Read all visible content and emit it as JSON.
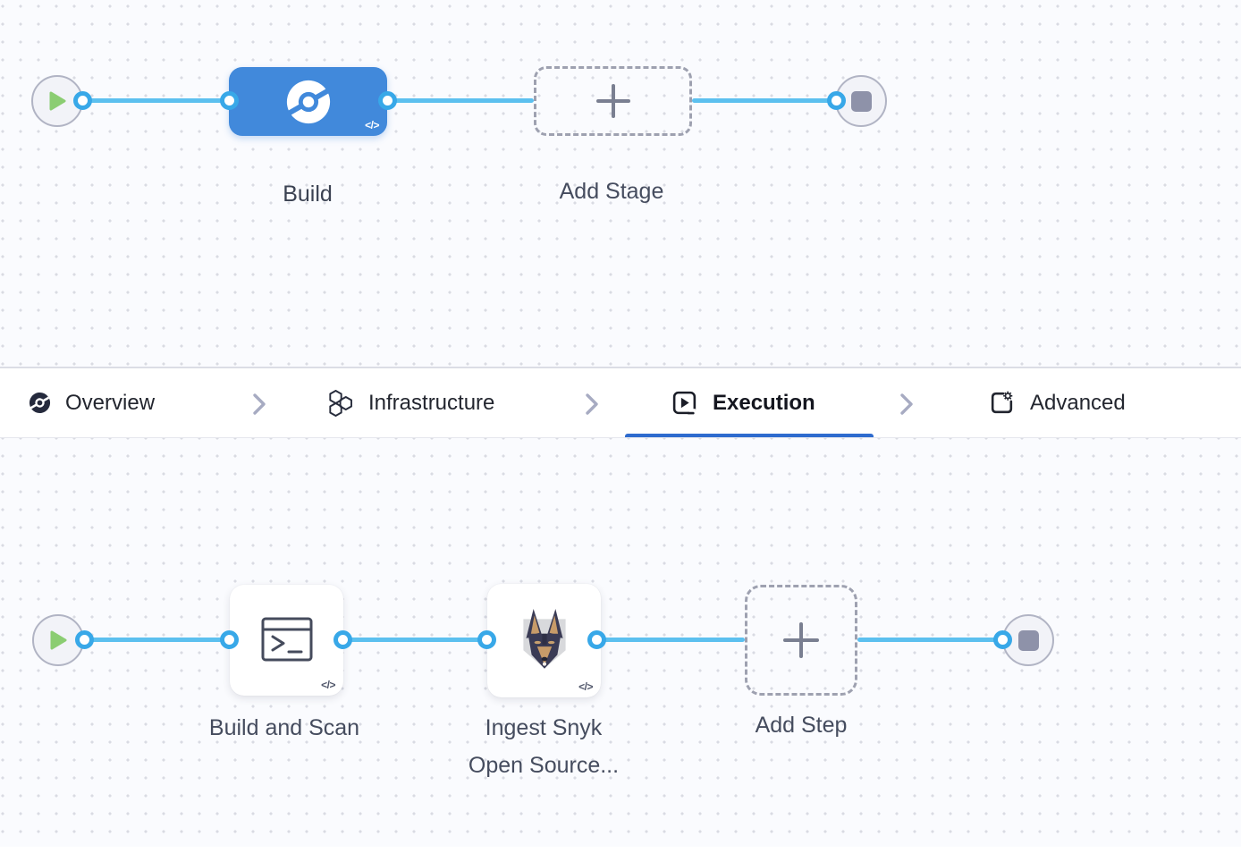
{
  "colors": {
    "canvas_bg": "#FAFBFE",
    "grid_dot": "#D9DBE3",
    "wire": "#5CC0EF",
    "port_ring": "#38A8E8",
    "stage_blue": "#4189DB",
    "active_tab_underline": "#2E6BCE",
    "dashed_border": "#9EA1B0",
    "start_green": "#8BCD72",
    "end_square_gray": "#8E92A9"
  },
  "stage_pipeline": {
    "stage": {
      "label": "Build",
      "icon": "harness-ci-icon",
      "code_badge": "</>"
    },
    "add_stage": {
      "label": "Add Stage",
      "icon": "plus-icon"
    }
  },
  "tab_bar": {
    "tabs": [
      {
        "label": "Overview",
        "icon": "overview-ci-icon",
        "active": false
      },
      {
        "label": "Infrastructure",
        "icon": "infrastructure-hexagons-icon",
        "active": false
      },
      {
        "label": "Execution",
        "icon": "execution-play-icon",
        "active": true
      },
      {
        "label": "Advanced",
        "icon": "advanced-gear-icon",
        "active": false
      }
    ]
  },
  "step_pipeline": {
    "steps": [
      {
        "label": "Build and Scan",
        "icon": "run-step-terminal-icon",
        "code_badge": "</>"
      },
      {
        "label_line1": "Ingest Snyk",
        "label_line2": "Open Source...",
        "icon": "snyk-dog-icon",
        "code_badge": "</>"
      }
    ],
    "add_step": {
      "label": "Add Step",
      "icon": "plus-icon"
    }
  }
}
